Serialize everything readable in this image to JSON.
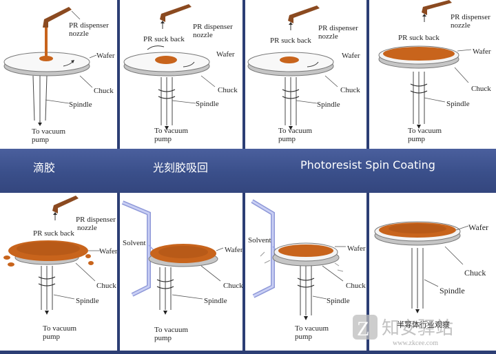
{
  "banner": {
    "left": "滴胶",
    "middle": "光刻胶吸回",
    "right": "Photoresist Spin Coating"
  },
  "labels": {
    "nozzle_line1": "PR dispenser",
    "nozzle_line2": "nozzle",
    "suck_back": "PR suck back",
    "wafer": "Wafer",
    "chuck": "Chuck",
    "spindle": "Spindle",
    "vacuum_line1": "To vacuum",
    "vacuum_line2": "pump",
    "solvent": "Solvent"
  },
  "watermark": {
    "brand": "知安驿站",
    "sub": "半导体行业观察",
    "url": "www.zkcee.com"
  },
  "colors": {
    "banner": "#3a4f8a",
    "resist": "#c8641c",
    "nozzle": "#8b4a20",
    "solvent": "#9ba6e6"
  }
}
